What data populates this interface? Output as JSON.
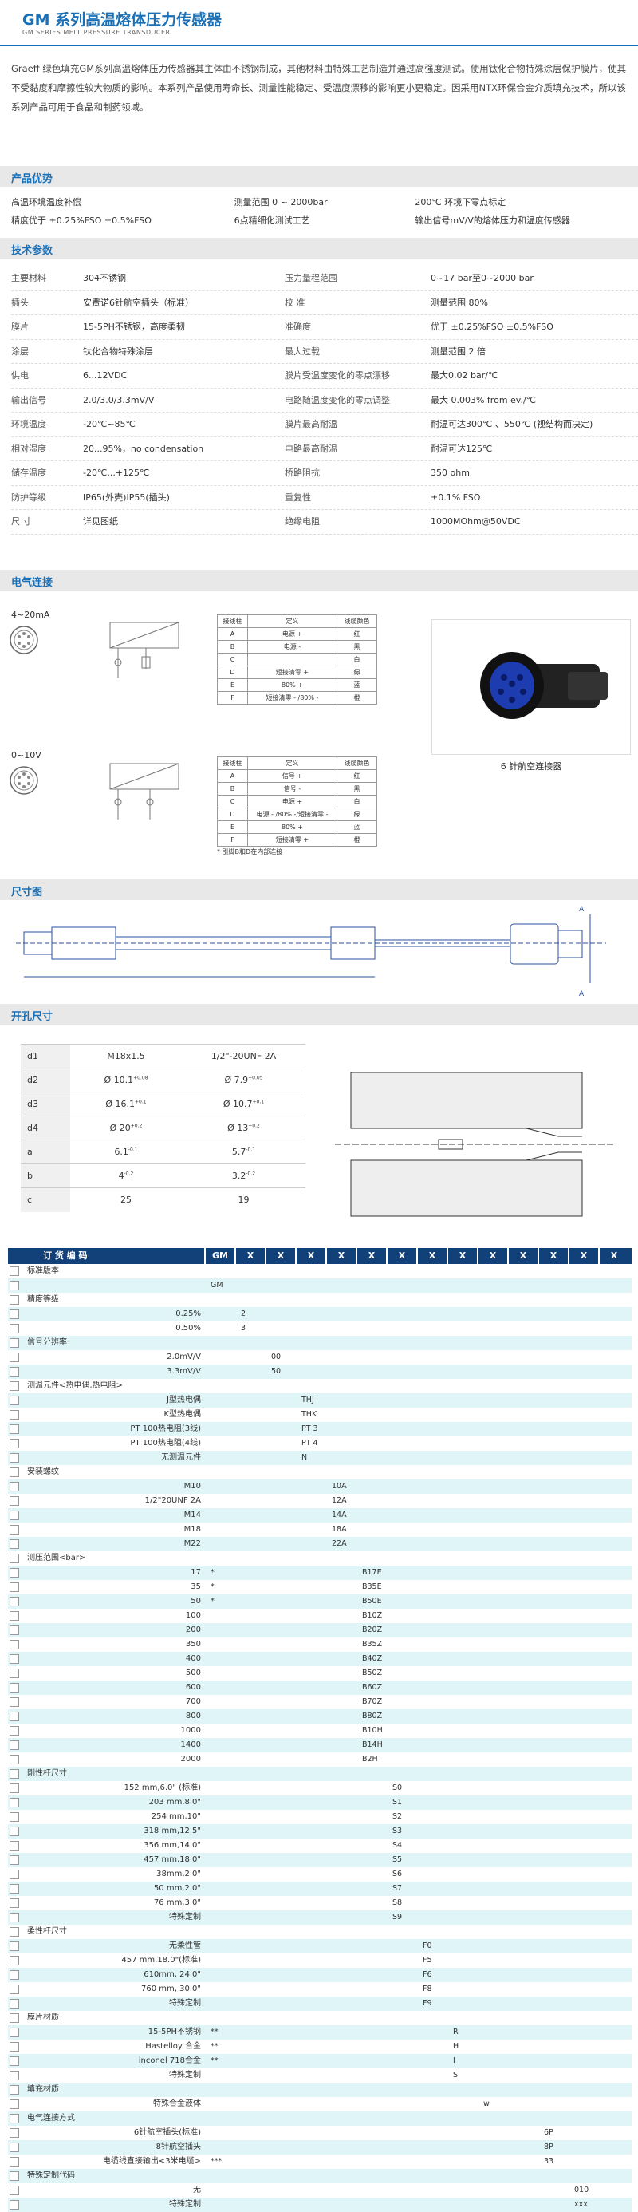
{
  "header": {
    "title": "GM 系列高温熔体压力传感器",
    "subtitle": "GM SERIES MELT PRESSURE TRANSDUCER"
  },
  "intro": "Graeff 绿色填充GM系列高温熔体压力传感器其主体由不锈钢制成，其他材料由特殊工艺制造并通过高强度测试。使用钛化合物特殊涂层保护膜片，使其不受黏度和摩擦性较大物质的影响。本系列产品使用寿命长、测量性能稳定、受温度漂移的影响更小更稳定。因采用NTX环保合金介质填充技术，所以该系列产品可用于食品和制药领域。",
  "sections": {
    "advantages": "产品优势",
    "specs": "技术参数",
    "electrical": "电气连接",
    "dimensions": "尺寸图",
    "hole": "开孔尺寸"
  },
  "advantages": [
    [
      "高温环境温度补偿",
      "测量范围 0 ~ 2000bar",
      "200℃ 环境下零点标定"
    ],
    [
      "精度优于 ±0.25%FSO    ±0.5%FSO",
      "6点精细化测试工艺",
      "输出信号mV/V的熔体压力和温度传感器"
    ]
  ],
  "specs": [
    [
      "主要材料",
      "304不锈钢",
      "压力量程范围",
      "0~17 bar至0~2000 bar"
    ],
    [
      "插头",
      "安费诺6针航空插头（标准）",
      "校    准",
      "测量范围 80%"
    ],
    [
      "膜片",
      "15-5PH不锈钢，高度柔韧",
      "准确度",
      "优于 ±0.25%FSO    ±0.5%FSO"
    ],
    [
      "涂层",
      "钛化合物特殊涂层",
      "最大过载",
      "测量范围 2 倍"
    ],
    [
      "供电",
      "6...12VDC",
      "膜片受温度变化的零点漂移",
      "最大0.02 bar/℃"
    ],
    [
      "输出信号",
      "2.0/3.0/3.3mV/V",
      "电路随温度变化的零点调整",
      "最大 0.003% from ev./℃"
    ],
    [
      "环境温度",
      "-20℃~85℃",
      "膜片最高耐温",
      "耐温可达300℃ 、550℃ (视结构而决定)"
    ],
    [
      "相对湿度",
      "20...95%，no condensation",
      "电路最高耐温",
      "耐温可达125℃"
    ],
    [
      "储存温度",
      "-20℃...+125℃",
      "桥路阻抗",
      "350  ohm"
    ],
    [
      "防护等级",
      "IP65(外壳)IP55(插头)",
      "重复性",
      "±0.1% FSO"
    ],
    [
      "尺    寸",
      "详见图纸",
      "绝缘电阻",
      "1000MOhm@50VDC"
    ]
  ],
  "electrical": {
    "label_a": "4~20mA",
    "label_b": "0~10V",
    "table_a": {
      "head": [
        "接线柱",
        "定义",
        "线缆颜色"
      ],
      "rows": [
        [
          "A",
          "电源 +",
          "红"
        ],
        [
          "B",
          "电源 -",
          "黑"
        ],
        [
          "C",
          "",
          "白"
        ],
        [
          "D",
          "短接清零 +",
          "绿"
        ],
        [
          "E",
          "80% +",
          "蓝"
        ],
        [
          "F",
          "短接清零 - /80% -",
          "橙"
        ]
      ]
    },
    "table_b": {
      "head": [
        "接线柱",
        "定义",
        "线缆颜色"
      ],
      "rows": [
        [
          "A",
          "信号 +",
          "红"
        ],
        [
          "B",
          "信号 -",
          "黑"
        ],
        [
          "C",
          "电源 +",
          "白"
        ],
        [
          "D",
          "电源 - /80% -/短接清零 -",
          "绿"
        ],
        [
          "E",
          "80% +",
          "蓝"
        ],
        [
          "F",
          "短接清零 +",
          "橙"
        ]
      ]
    },
    "note": "* 引脚B和D在内部连接",
    "connector_caption": "6 针航空连接器"
  },
  "hole_table": [
    [
      "d1",
      "M18x1.5",
      "",
      "1/2\"-20UNF 2A",
      ""
    ],
    [
      "d2",
      "Ø 10.1",
      "+0.08",
      "Ø 7.9",
      "+0.05"
    ],
    [
      "d3",
      "Ø 16.1",
      "+0.1",
      "Ø 10.7",
      "+0.1"
    ],
    [
      "d4",
      "Ø 20",
      "+0.2",
      "Ø 13",
      "+0.2"
    ],
    [
      "a",
      "6.1",
      "-0.1",
      "5.7",
      "-0.1"
    ],
    [
      "b",
      "4",
      "-0.2",
      "3.2",
      "-0.2"
    ],
    [
      "c",
      "25",
      "",
      "19",
      ""
    ]
  ],
  "order": {
    "head": "订 货 编 码",
    "cols": [
      "GM",
      "X",
      "X",
      "X",
      "X",
      "X",
      "X",
      "X",
      "X",
      "X",
      "X",
      "X",
      "X",
      "X"
    ],
    "rows": [
      {
        "g": "标准版本",
        "c": {}
      },
      {
        "o": "",
        "c": {
          "0": "GM"
        }
      },
      {
        "g": "精度等级",
        "c": {}
      },
      {
        "o": "0.25%",
        "c": {
          "1": "2"
        }
      },
      {
        "o": "0.50%",
        "c": {
          "1": "3"
        }
      },
      {
        "g": "信号分辨率",
        "c": {}
      },
      {
        "o": "2.0mV/V",
        "c": {
          "2": "00"
        }
      },
      {
        "o": "3.3mV/V",
        "c": {
          "2": "50"
        }
      },
      {
        "g": "测温元件<热电偶,热电阻>",
        "c": {}
      },
      {
        "o": "J型热电偶",
        "c": {
          "3": "THJ"
        }
      },
      {
        "o": "K型热电偶",
        "c": {
          "3": "THK"
        }
      },
      {
        "o": "PT 100热电阻(3线)",
        "c": {
          "3": "PT 3"
        }
      },
      {
        "o": "PT 100热电阻(4线)",
        "c": {
          "3": "PT 4"
        }
      },
      {
        "o": "无测温元件",
        "c": {
          "3": "N"
        }
      },
      {
        "g": "安装螺纹",
        "c": {}
      },
      {
        "o": "M10",
        "c": {
          "4": "10A"
        }
      },
      {
        "o": "1/2\"20UNF 2A",
        "c": {
          "4": "12A"
        }
      },
      {
        "o": "M14",
        "c": {
          "4": "14A"
        }
      },
      {
        "o": "M18",
        "c": {
          "4": "18A"
        }
      },
      {
        "o": "M22",
        "c": {
          "4": "22A"
        }
      },
      {
        "g": "测压范围<bar>",
        "c": {}
      },
      {
        "o": "17",
        "c": {
          "0": "*",
          "5": "B17E"
        }
      },
      {
        "o": "35",
        "c": {
          "0": "*",
          "5": "B35E"
        }
      },
      {
        "o": "50",
        "c": {
          "0": "*",
          "5": "B50E"
        }
      },
      {
        "o": "100",
        "c": {
          "5": "B10Z"
        }
      },
      {
        "o": "200",
        "c": {
          "5": "B20Z"
        }
      },
      {
        "o": "350",
        "c": {
          "5": "B35Z"
        }
      },
      {
        "o": "400",
        "c": {
          "5": "B40Z"
        }
      },
      {
        "o": "500",
        "c": {
          "5": "B50Z"
        }
      },
      {
        "o": "600",
        "c": {
          "5": "B60Z"
        }
      },
      {
        "o": "700",
        "c": {
          "5": "B70Z"
        }
      },
      {
        "o": "800",
        "c": {
          "5": "B80Z"
        }
      },
      {
        "o": "1000",
        "c": {
          "5": "B10H"
        }
      },
      {
        "o": "1400",
        "c": {
          "5": "B14H"
        }
      },
      {
        "o": "2000",
        "c": {
          "5": "B2H"
        }
      },
      {
        "g": "刚性杆尺寸",
        "c": {}
      },
      {
        "o": "152 mm,6.0\" (标准)",
        "c": {
          "6": "S0"
        }
      },
      {
        "o": "203 mm,8.0\"",
        "c": {
          "6": "S1"
        }
      },
      {
        "o": "254 mm,10\"",
        "c": {
          "6": "S2"
        }
      },
      {
        "o": "318 mm,12.5\"",
        "c": {
          "6": "S3"
        }
      },
      {
        "o": "356 mm,14.0\"",
        "c": {
          "6": "S4"
        }
      },
      {
        "o": "457 mm,18.0\"",
        "c": {
          "6": "S5"
        }
      },
      {
        "o": "38mm,2.0\"",
        "c": {
          "6": "S6"
        }
      },
      {
        "o": "50 mm,2.0\"",
        "c": {
          "6": "S7"
        }
      },
      {
        "o": "76 mm,3.0\"",
        "c": {
          "6": "S8"
        }
      },
      {
        "o": "特殊定制",
        "c": {
          "6": "S9"
        }
      },
      {
        "g": "柔性杆尺寸",
        "c": {}
      },
      {
        "o": "无柔性管",
        "c": {
          "7": "F0"
        }
      },
      {
        "o": "457 mm,18.0\"(标准)",
        "c": {
          "7": "F5"
        }
      },
      {
        "o": "610mm, 24.0\"",
        "c": {
          "7": "F6"
        }
      },
      {
        "o": "760 mm, 30.0\"",
        "c": {
          "7": "F8"
        }
      },
      {
        "o": "特殊定制",
        "c": {
          "7": "F9"
        }
      },
      {
        "g": "膜片材质",
        "c": {}
      },
      {
        "o": "15-5PH不锈钢",
        "c": {
          "0": "**",
          "8": "R"
        }
      },
      {
        "o": "Hastelloy 合金",
        "c": {
          "0": "**",
          "8": "H"
        }
      },
      {
        "o": "inconel 718合金",
        "c": {
          "0": "**",
          "8": "I"
        }
      },
      {
        "o": "特殊定制",
        "c": {
          "8": "S"
        }
      },
      {
        "g": "填充材质",
        "c": {}
      },
      {
        "o": "特殊合金液体",
        "c": {
          "9": "w"
        }
      },
      {
        "g": "电气连接方式",
        "c": {}
      },
      {
        "o": "6针航空插头(标准)",
        "c": {
          "11": "6P"
        }
      },
      {
        "o": "8针航空插头",
        "c": {
          "11": "8P"
        }
      },
      {
        "o": "电缆线直接输出<3米电缆>",
        "c": {
          "0": "***",
          "11": "33"
        }
      },
      {
        "g": "特殊定制代码",
        "c": {}
      },
      {
        "o": "无",
        "c": {
          "12": "010"
        }
      },
      {
        "o": "特殊定制",
        "c": {
          "12": "xxx"
        }
      }
    ]
  }
}
